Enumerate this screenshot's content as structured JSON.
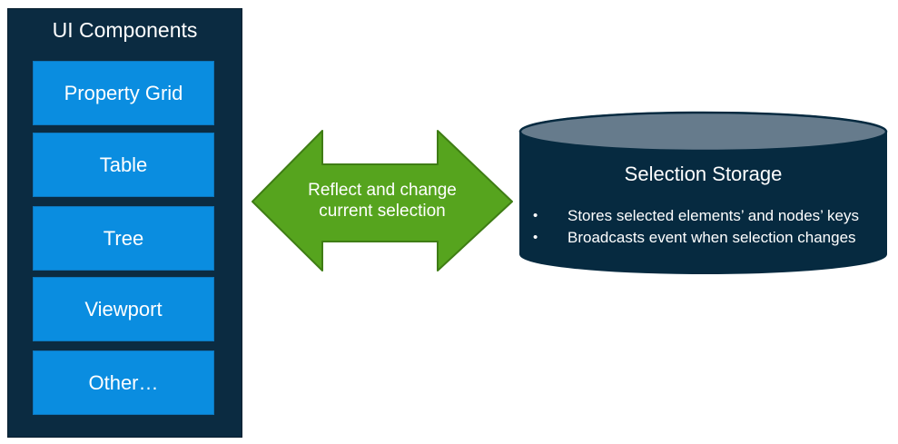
{
  "colors": {
    "panel_navy": "#0b2b41",
    "cylinder_navy": "#062a40",
    "cylinder_top_slate": "#667b8c",
    "box_blue": "#0a8de0",
    "arrow_green": "#56a41e",
    "arrow_green_border": "#3f7d15",
    "text_white": "#ffffff"
  },
  "left_panel": {
    "title": "UI Components",
    "items": [
      {
        "label": "Property Grid"
      },
      {
        "label": "Table"
      },
      {
        "label": "Tree"
      },
      {
        "label": "Viewport"
      },
      {
        "label": "Other…"
      }
    ]
  },
  "arrow": {
    "label": "Reflect and change current selection"
  },
  "storage": {
    "title": "Selection Storage",
    "bullets": [
      "Stores selected elements’ and nodes’ keys",
      "Broadcasts event when selection changes"
    ]
  }
}
